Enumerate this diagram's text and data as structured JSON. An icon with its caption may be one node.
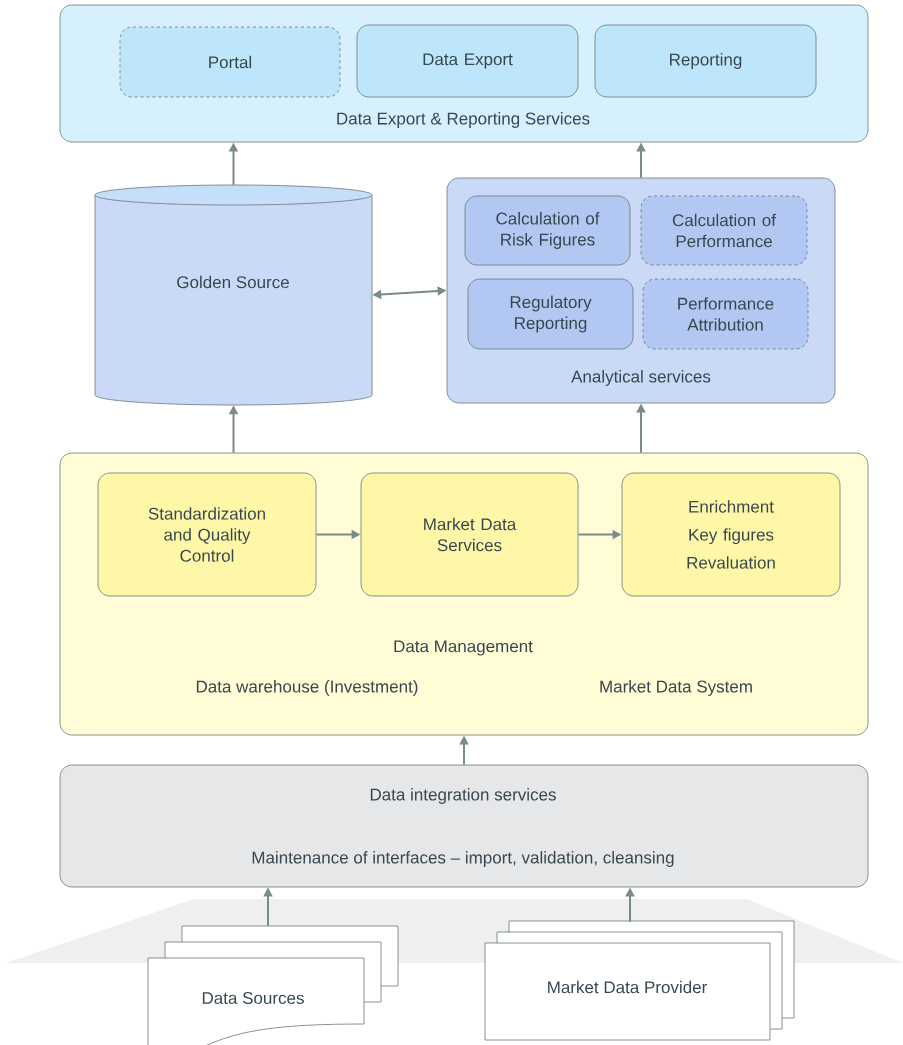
{
  "diagram": {
    "nodes": [
      {
        "text": [
          "Data Export & Reporting Services"
        ]
      },
      {
        "text": [
          "Portal"
        ],
        "in": 0
      },
      {
        "text": [
          "Data Export"
        ],
        "in": 0
      },
      {
        "text": [
          "Reporting"
        ],
        "in": 0
      },
      {
        "text": [
          "Golden Source"
        ]
      },
      {
        "text": [
          "Analytical services"
        ]
      },
      {
        "text": [
          "Calculation of Risk Figures"
        ],
        "in": 5
      },
      {
        "text": [
          "Calculation of Performance"
        ],
        "in": 5
      },
      {
        "text": [
          "Regulatory Reporting"
        ],
        "in": 5
      },
      {
        "text": [
          "Performance Attribution"
        ],
        "in": 5
      },
      {
        "text": [
          "Data Management",
          "Data warehouse (Investment)",
          "Market Data System"
        ]
      },
      {
        "text": [
          "Standardization and Quality Control"
        ],
        "in": 10
      },
      {
        "text": [
          "Market Data Services"
        ],
        "in": 10
      },
      {
        "text": [
          "Enrichment",
          "Key figures",
          "Revaluation"
        ],
        "in": 10
      },
      {
        "text": [
          "Data integration services",
          "Maintenance of interfaces – import, validation, cleansing"
        ]
      },
      {
        "text": [
          "Data Sources"
        ]
      },
      {
        "text": [
          "Market Data Provider"
        ]
      }
    ],
    "edges": [
      {
        "from": 4,
        "to": 0,
        "arrow": "to"
      },
      {
        "from": 5,
        "to": 0,
        "arrow": "to"
      },
      {
        "from": 4,
        "to": 5,
        "arrow": "both"
      },
      {
        "from": 10,
        "to": 4,
        "arrow": "to"
      },
      {
        "from": 10,
        "to": 5,
        "arrow": "to"
      },
      {
        "from": 11,
        "to": 12,
        "arrow": "to"
      },
      {
        "from": 12,
        "to": 13,
        "arrow": "to"
      },
      {
        "from": 14,
        "to": 10,
        "arrow": "to"
      },
      {
        "from": 15,
        "to": 14,
        "arrow": "to"
      },
      {
        "from": 16,
        "to": 14,
        "arrow": "to"
      }
    ]
  }
}
